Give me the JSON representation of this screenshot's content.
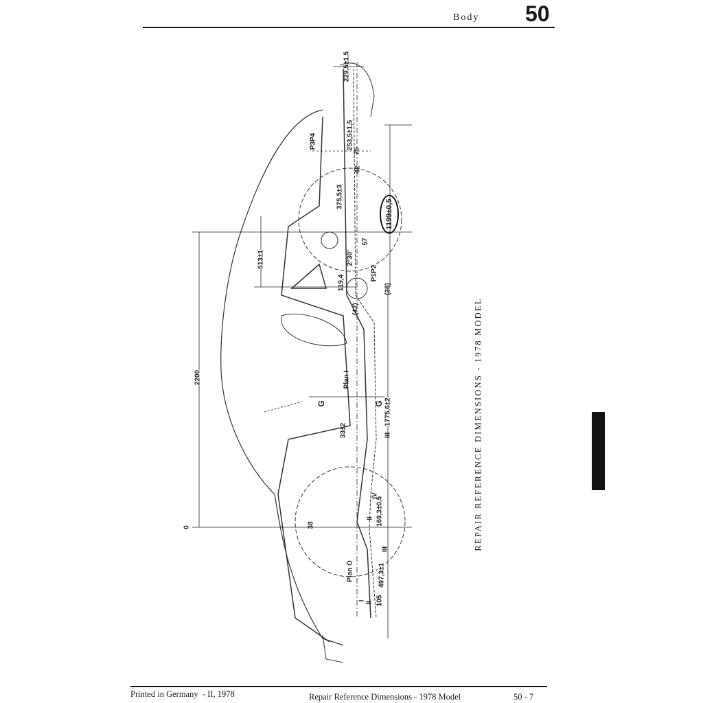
{
  "header": {
    "section": "Body",
    "page_number": "50"
  },
  "side_title": "REPAIR REFERENCE DIMENSIONS - 1978 MODEL",
  "footer": {
    "left": "Printed in Germany  - II, 1978",
    "center": "Repair Reference Dimensions - 1978 Model",
    "right": "50 - 7"
  },
  "diagram": {
    "labels": {
      "d229": "229,5±1,5",
      "p3p4": "P3P4",
      "d253": "253,5±1,5",
      "d75": "75",
      "d42": "42",
      "d375": "375,5±3",
      "d1199": "1199±0,5",
      "d57": "57",
      "a230": "2°30'",
      "p1p2": "P1P2",
      "d119": "119,4",
      "d28": "(28)",
      "d42b": "(42)",
      "d513": "513±1",
      "d2200": "2200",
      "d0": "0",
      "plan1": "Plan I",
      "g1": "G",
      "g2": "G",
      "d1775": "1775,6±2",
      "r3a": "III",
      "d33": "33±2",
      "r4": "IV",
      "r2a": "II",
      "d169": "169,3±0,5",
      "r3b": "III",
      "d38": "38",
      "plan0": "Plan O",
      "d497": "497,3±1",
      "r1": "I",
      "r2b": "II",
      "d105": "105"
    }
  }
}
